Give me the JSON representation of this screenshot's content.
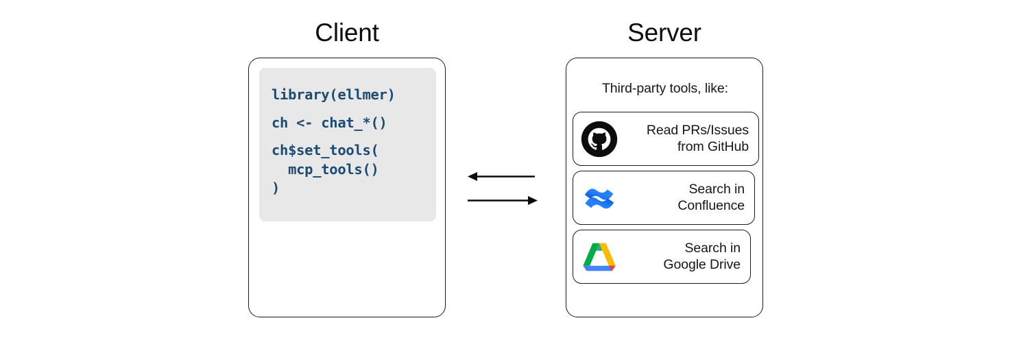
{
  "diagram": {
    "type": "client-server-flow",
    "client": {
      "title": "Client",
      "code": {
        "language": "r",
        "lines": [
          "library(ellmer)",
          "ch <- chat_*()",
          "ch$set_tools(",
          "  mcp_tools()",
          ")"
        ],
        "text_color": "#1c4a71",
        "background": "#e8e8e8"
      }
    },
    "server": {
      "title": "Server",
      "caption": "Third-party tools, like:",
      "tools": [
        {
          "icon": "github-icon",
          "label": "Read PRs/Issues\nfrom GitHub",
          "brand_color": "#0d0d0d"
        },
        {
          "icon": "confluence-icon",
          "label": "Search in\nConfluence",
          "brand_color": "#2681ff"
        },
        {
          "icon": "google-drive-icon",
          "label": "Search in\nGoogle Drive",
          "brand_color": "#00ac47"
        }
      ]
    },
    "connectors": [
      {
        "name": "server-to-client-arrow",
        "direction": "left"
      },
      {
        "name": "client-to-server-arrow",
        "direction": "right"
      }
    ]
  }
}
